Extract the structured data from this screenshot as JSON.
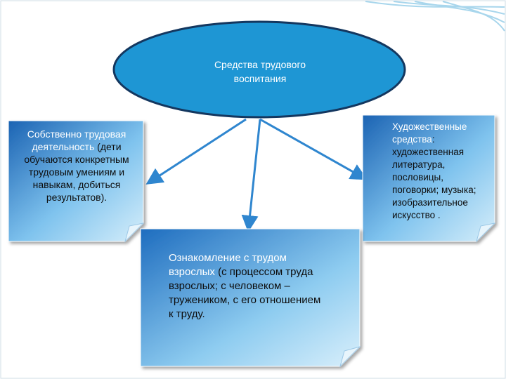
{
  "center": {
    "title": "Средства трудового\nвоспитания"
  },
  "left_card": {
    "highlight": "Собственно трудовая\nдеятельность",
    "text": "  (дети\nобучаются конкретным\nтрудовым умениям и\nнавыкам, добиться\nрезультатов)."
  },
  "right_card": {
    "highlight": "Художественные\nсредства",
    "text": ":\nхудожественная\nлитература,\nпословицы,\nпоговорки; музыка;\nизобразительное\nискусство ."
  },
  "bottom_card": {
    "highlight": "Ознакомление с трудом\nвзрослых",
    "text": " (с процессом труда\nвзрослых; с человеком –\nтружеником, с его отношением\nк труду."
  },
  "colors": {
    "ellipse_fill": "#1E96D4",
    "ellipse_stroke": "#14375F",
    "card_dark": "#1B63B3",
    "card_light": "#BFE2F6",
    "arrow": "#2F86CF",
    "wave": "#A8D6EC"
  }
}
